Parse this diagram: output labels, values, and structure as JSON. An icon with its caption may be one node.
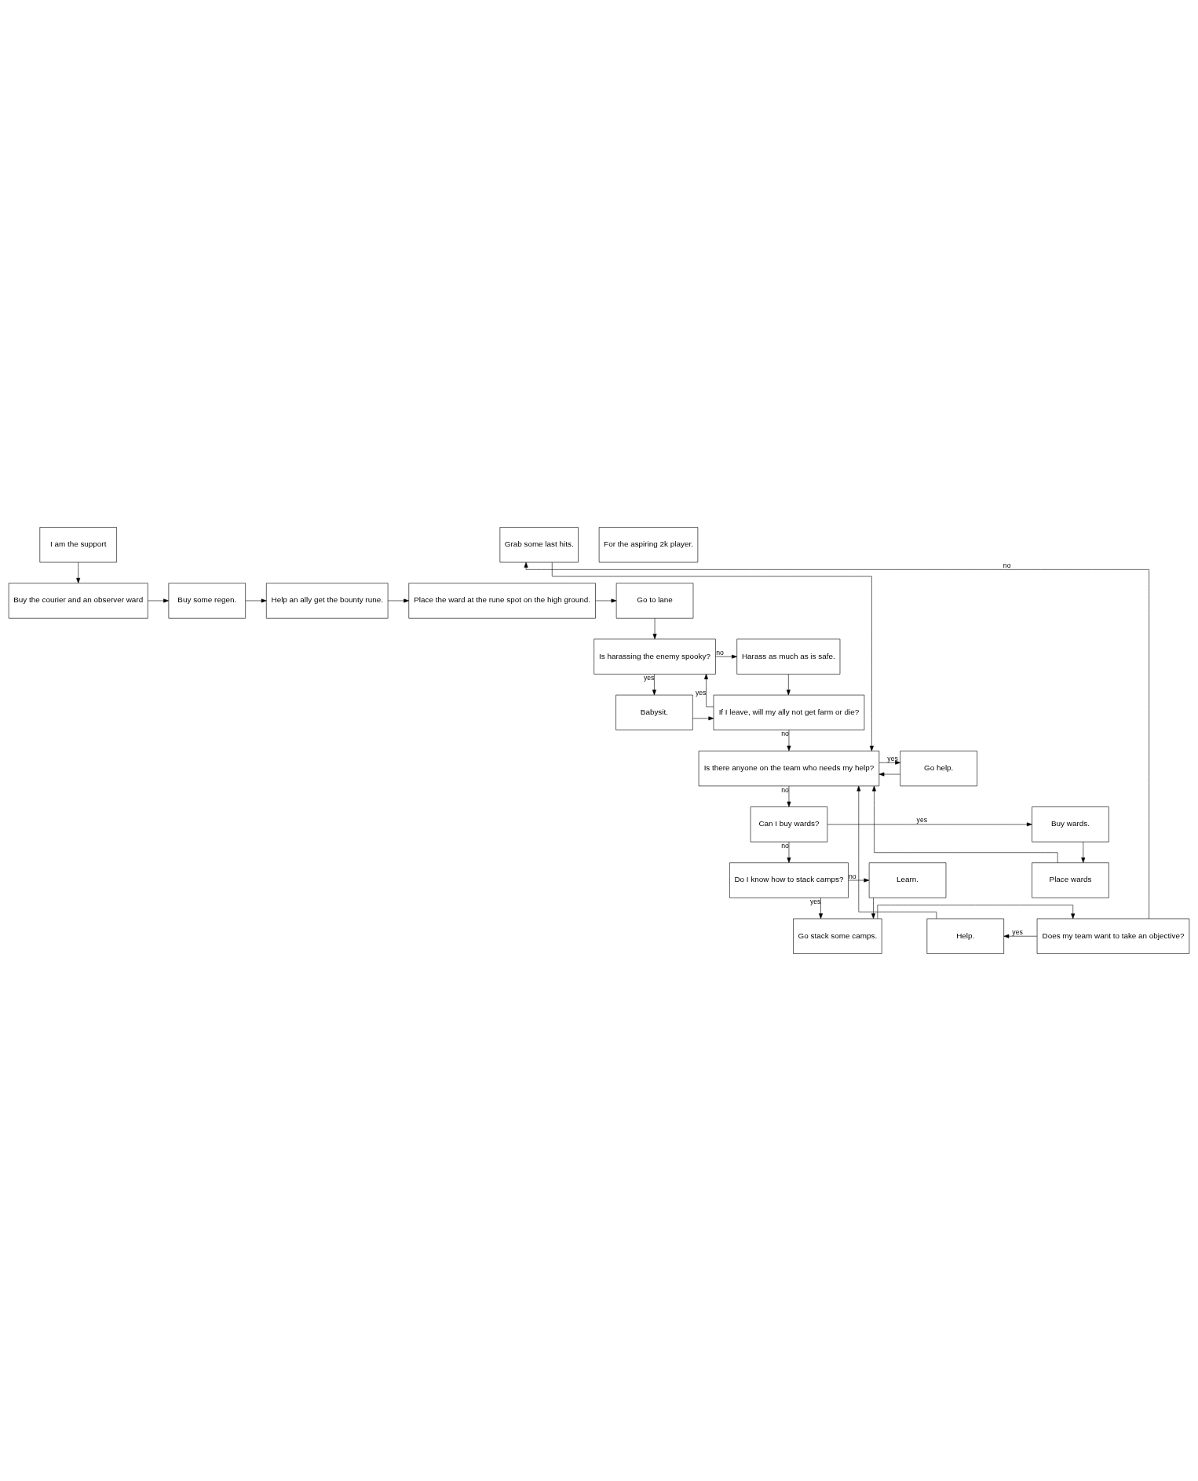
{
  "diagram": {
    "nodes": [
      {
        "text": [
          "I am the support"
        ]
      },
      {
        "text": [
          "For the aspiring 2k player."
        ]
      },
      {
        "text": [
          "Buy the courier and an observer ward"
        ]
      },
      {
        "text": [
          "Buy some regen."
        ]
      },
      {
        "text": [
          "Help an ally get the bounty rune."
        ]
      },
      {
        "text": [
          "Place the ward at the rune spot on the high ground."
        ]
      },
      {
        "text": [
          "Go to lane"
        ]
      },
      {
        "text": [
          "Is harassing the enemy spooky?"
        ]
      },
      {
        "text": [
          "Harass as much as is safe."
        ]
      },
      {
        "text": [
          "Babysit."
        ]
      },
      {
        "text": [
          "If I leave, will my ally not get farm or die?"
        ]
      },
      {
        "text": [
          "Is there anyone on the team who needs my help?"
        ]
      },
      {
        "text": [
          "Go help."
        ]
      },
      {
        "text": [
          "Buy wards."
        ]
      },
      {
        "text": [
          "Can I buy wards?"
        ]
      },
      {
        "text": [
          "Place wards"
        ]
      },
      {
        "text": [
          "Do I know how to stack camps?"
        ]
      },
      {
        "text": [
          "Learn."
        ]
      },
      {
        "text": [
          "Grab some last hits."
        ]
      },
      {
        "text": [
          "Help."
        ]
      },
      {
        "text": [
          "Does my team want to take an objective?"
        ]
      },
      {
        "text": [
          "Go stack some camps."
        ]
      }
    ],
    "edges": [
      {
        "from": 0,
        "to": 2,
        "arrow": "to"
      },
      {
        "from": 2,
        "to": 3,
        "arrow": "to"
      },
      {
        "from": 3,
        "to": 4,
        "arrow": "to"
      },
      {
        "from": 4,
        "to": 5,
        "arrow": "to"
      },
      {
        "from": 5,
        "to": 6,
        "arrow": "to"
      },
      {
        "from": 6,
        "to": 7,
        "arrow": "to"
      },
      {
        "from": 7,
        "to": 8,
        "arrow": "to",
        "label": "no"
      },
      {
        "from": 7,
        "to": 9,
        "arrow": "to",
        "label": "yes"
      },
      {
        "from": 8,
        "to": 10,
        "arrow": "to"
      },
      {
        "from": 9,
        "to": 10,
        "arrow": "to"
      },
      {
        "from": 10,
        "to": 7,
        "arrow": "to",
        "label": "yes"
      },
      {
        "from": 10,
        "to": 11,
        "arrow": "to",
        "label": "no"
      },
      {
        "from": 11,
        "to": 12,
        "arrow": "to",
        "label": "yes"
      },
      {
        "from": 12,
        "to": 11,
        "arrow": "to"
      },
      {
        "from": 11,
        "to": 14,
        "arrow": "to",
        "label": "no"
      },
      {
        "from": 14,
        "to": 13,
        "arrow": "to",
        "label": "yes"
      },
      {
        "from": 13,
        "to": 15,
        "arrow": "to"
      },
      {
        "from": 14,
        "to": 16,
        "arrow": "to",
        "label": "no"
      },
      {
        "from": 16,
        "to": 17,
        "arrow": "to",
        "label": "no"
      },
      {
        "from": 16,
        "to": 21,
        "arrow": "to",
        "label": "yes"
      },
      {
        "from": 17,
        "to": 21,
        "arrow": "to"
      },
      {
        "from": 21,
        "to": 20,
        "arrow": "to"
      },
      {
        "from": 20,
        "to": 19,
        "arrow": "to",
        "label": "yes"
      },
      {
        "from": 20,
        "to": 18,
        "arrow": "to",
        "label": "no"
      },
      {
        "from": 15,
        "to": 11,
        "arrow": "to"
      },
      {
        "from": 18,
        "to": 11,
        "arrow": "to"
      },
      {
        "from": 19,
        "to": 11,
        "arrow": "to"
      }
    ]
  }
}
